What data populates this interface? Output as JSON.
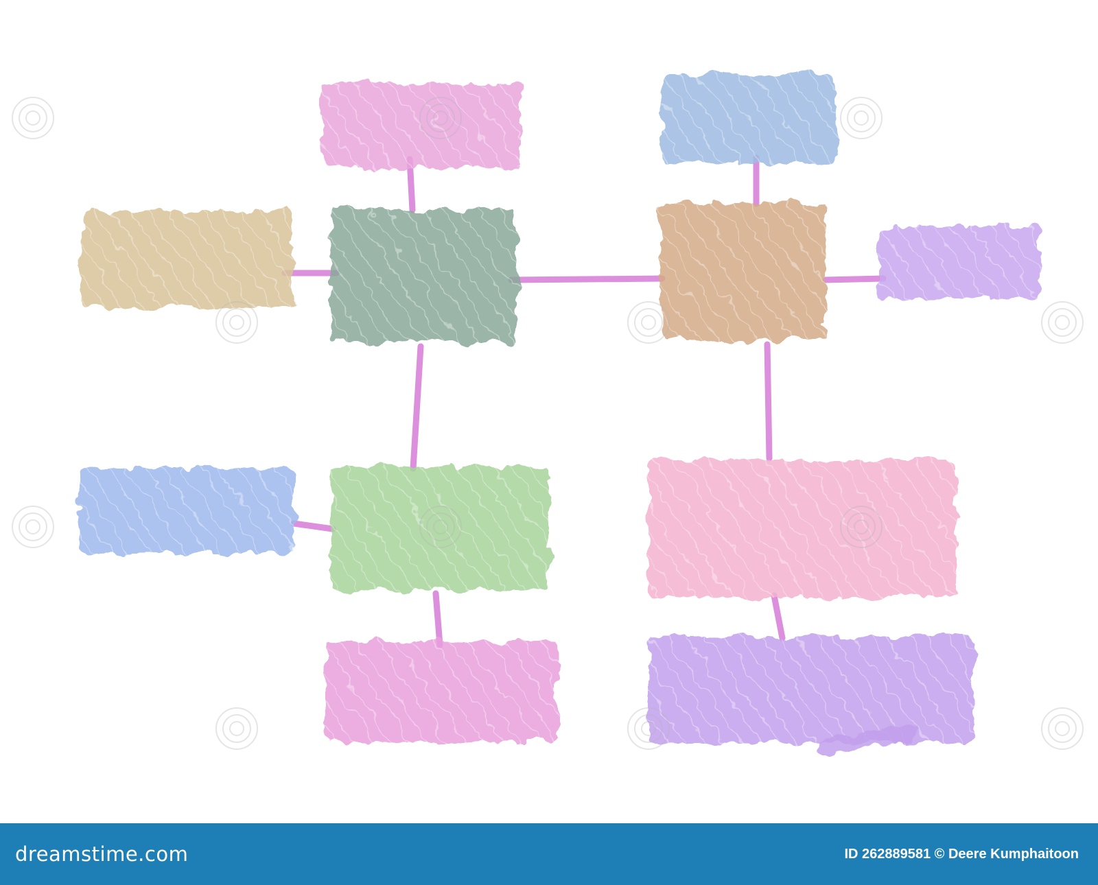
{
  "diagram": {
    "boxes": [
      {
        "id": "top-pink",
        "color": "#e9a6dc"
      },
      {
        "id": "top-blue",
        "color": "#9dbbe2"
      },
      {
        "id": "left-tan",
        "color": "#d8c39a"
      },
      {
        "id": "center-green",
        "color": "#8aa99a"
      },
      {
        "id": "center-brown",
        "color": "#d3aa86"
      },
      {
        "id": "right-lavender",
        "color": "#c7a7ee"
      },
      {
        "id": "left-blue",
        "color": "#9db7ec"
      },
      {
        "id": "lower-green",
        "color": "#a7d49a"
      },
      {
        "id": "right-pink",
        "color": "#f3b1cf"
      },
      {
        "id": "bottom-pink",
        "color": "#e9a0dc"
      },
      {
        "id": "bottom-purple",
        "color": "#c2a0ec"
      }
    ],
    "connector_color": "#dc8fdc",
    "watermark_icon": "spiral-icon"
  },
  "footer": {
    "brand": "dreamstime.com",
    "credit": "ID 262889581 © Deere Kumphaitoon",
    "background": "#1d7fb5"
  }
}
